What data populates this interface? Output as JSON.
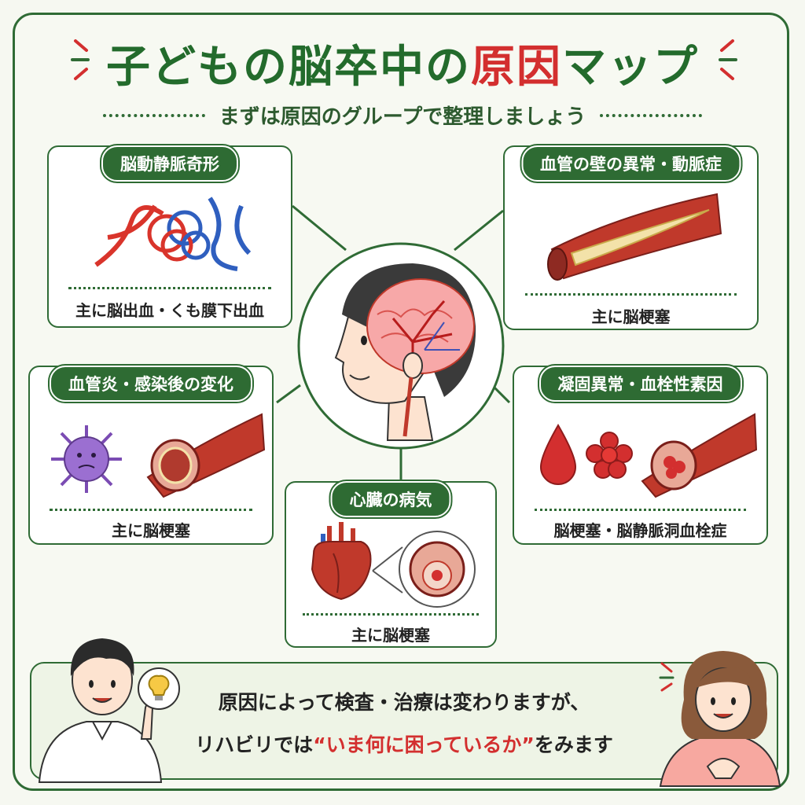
{
  "header": {
    "title_pre": "子どもの脳卒中の",
    "title_accent": "原因",
    "title_post": "マップ",
    "subtitle": "まずは原因のグループで整理しましょう"
  },
  "center": {
    "illustration": "child-brain-profile"
  },
  "cards": {
    "avm": {
      "title": "脳動静脈奇形",
      "footer": "主に脳出血・くも膜下出血",
      "icon": "tangled-vessels-icon"
    },
    "arteriopathy": {
      "title": "血管の壁の異常・動脈症",
      "footer": "主に脳梗塞",
      "icon": "narrowed-artery-icon"
    },
    "vasculitis": {
      "title": "血管炎・感染後の変化",
      "footer": "主に脳梗塞",
      "icon": "virus-icon"
    },
    "coagulation": {
      "title": "凝固異常・血栓性素因",
      "footer": "脳梗塞・脳静脈洞血栓症",
      "icon": "blood-drop-icon"
    },
    "heart": {
      "title": "心臓の病気",
      "footer": "主に脳梗塞",
      "icon": "heart-icon"
    }
  },
  "bottom": {
    "line1": "原因によって検査・治療は変わりますが、",
    "line2_pre": "リハビリでは",
    "line2_quote": "“いま何に困っているか”",
    "line2_post": "をみます"
  },
  "colors": {
    "brand_green": "#2e6b33",
    "accent_red": "#d32f2f",
    "background": "#f7f9f2"
  }
}
